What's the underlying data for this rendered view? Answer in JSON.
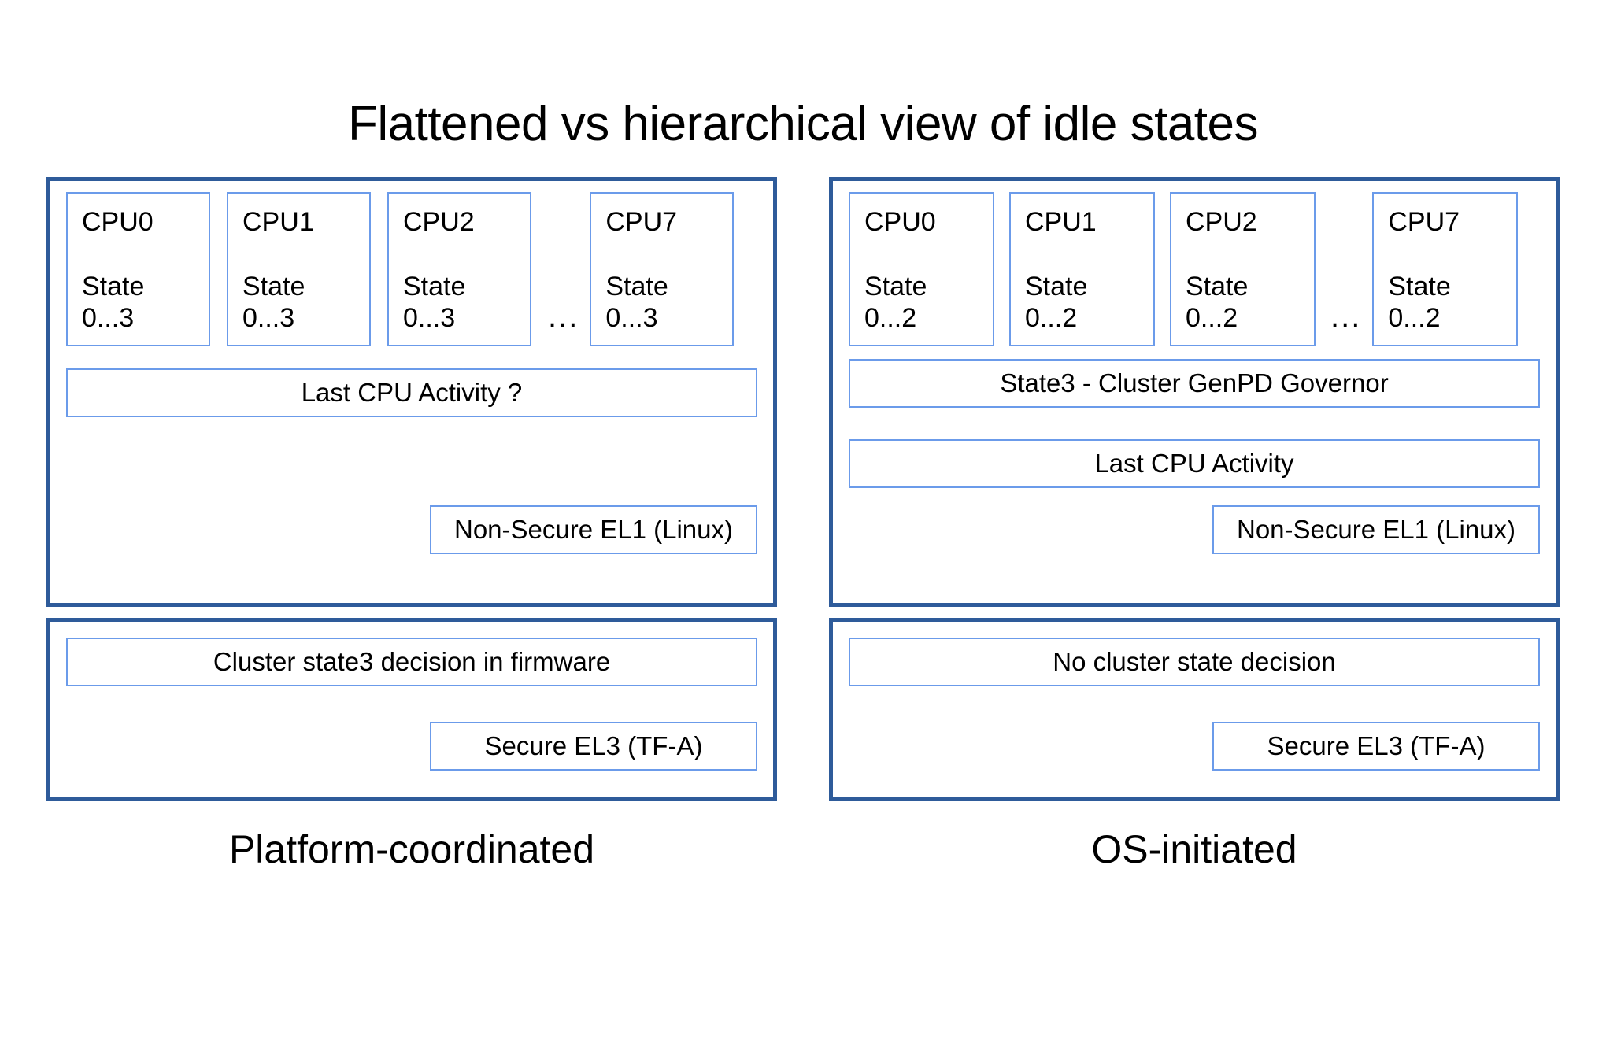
{
  "title": "Flattened vs hierarchical view of idle states",
  "colors": {
    "panel_border": "#2e5b9a",
    "box_border": "#6b9bea",
    "background": "#ffffff",
    "text": "#000000"
  },
  "columns": [
    {
      "id": "platform-coordinated",
      "caption": "Platform-coordinated",
      "os_panel": {
        "cpus": [
          {
            "name": "CPU0",
            "state_label": "State",
            "state_range": "0...3"
          },
          {
            "name": "CPU1",
            "state_label": "State",
            "state_range": "0...3"
          },
          {
            "name": "CPU2",
            "state_label": "State",
            "state_range": "0...3"
          },
          {
            "name": "CPU7",
            "state_label": "State",
            "state_range": "0...3"
          }
        ],
        "ellipsis": "...",
        "bars": [
          {
            "label": "Last CPU Activity ?"
          }
        ],
        "exception_level": "Non-Secure EL1 (Linux)"
      },
      "fw_panel": {
        "decision": "Cluster state3 decision in firmware",
        "exception_level": "Secure EL3 (TF-A)"
      }
    },
    {
      "id": "os-initiated",
      "caption": "OS-initiated",
      "os_panel": {
        "cpus": [
          {
            "name": "CPU0",
            "state_label": "State",
            "state_range": "0...2"
          },
          {
            "name": "CPU1",
            "state_label": "State",
            "state_range": "0...2"
          },
          {
            "name": "CPU2",
            "state_label": "State",
            "state_range": "0...2"
          },
          {
            "name": "CPU7",
            "state_label": "State",
            "state_range": "0...2"
          }
        ],
        "ellipsis": "...",
        "bars": [
          {
            "label": "State3 - Cluster GenPD Governor"
          },
          {
            "label": "Last CPU Activity"
          }
        ],
        "exception_level": "Non-Secure EL1 (Linux)"
      },
      "fw_panel": {
        "decision": "No cluster state decision",
        "exception_level": "Secure EL3 (TF-A)"
      }
    }
  ]
}
